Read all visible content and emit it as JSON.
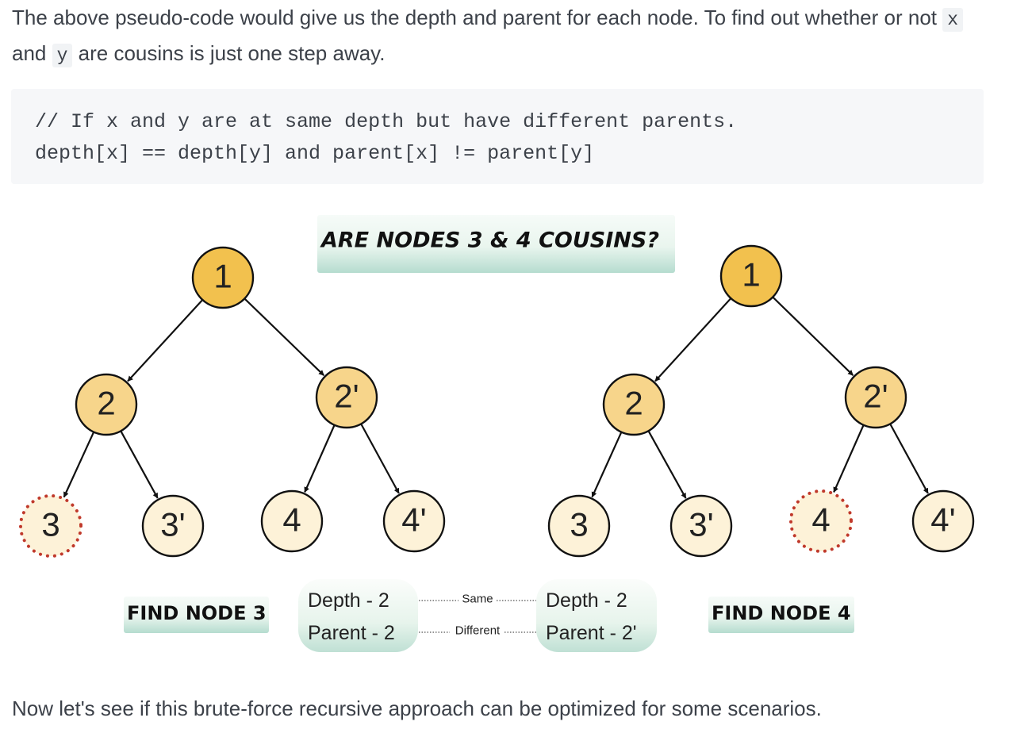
{
  "intro": {
    "text1": "The above pseudo-code would give us the depth and parent for each node. To find out whether or not ",
    "code_x": "x",
    "text2": " and ",
    "code_y": "y",
    "text3": " are cousins is just one step away."
  },
  "code": {
    "line1": "// If x and y are at same depth but have different parents.",
    "line2": "depth[x] == depth[y] and parent[x] != parent[y]"
  },
  "diagram": {
    "title": "ARE NODES 3 & 4 COUSINS?",
    "left_caption": "FIND NODE 3",
    "right_caption": "FIND NODE 4",
    "left_info": {
      "depth": "Depth - 2",
      "parent": "Parent - 2"
    },
    "right_info": {
      "depth": "Depth - 2",
      "parent": "Parent - 2'"
    },
    "same_label": "Same",
    "different_label": "Different",
    "colors": {
      "root": "#f2c14e",
      "level1": "#f7d58b",
      "leaf": "#fdf2d8",
      "highlight": "#c0392b",
      "banner_top": "#f6fbf8",
      "banner_bottom": "#b5dccf"
    },
    "trees": [
      {
        "name": "left-tree",
        "nodes": [
          {
            "id": "root",
            "label": "1",
            "level": "root"
          },
          {
            "id": "a",
            "label": "2",
            "level": "level1"
          },
          {
            "id": "b",
            "label": "2'",
            "level": "level1"
          },
          {
            "id": "c",
            "label": "3",
            "level": "leaf",
            "highlight": true
          },
          {
            "id": "d",
            "label": "3'",
            "level": "leaf"
          },
          {
            "id": "e",
            "label": "4",
            "level": "leaf"
          },
          {
            "id": "f",
            "label": "4'",
            "level": "leaf"
          }
        ]
      },
      {
        "name": "right-tree",
        "nodes": [
          {
            "id": "root",
            "label": "1",
            "level": "root"
          },
          {
            "id": "a",
            "label": "2",
            "level": "level1"
          },
          {
            "id": "b",
            "label": "2'",
            "level": "level1"
          },
          {
            "id": "c",
            "label": "3",
            "level": "leaf"
          },
          {
            "id": "d",
            "label": "3'",
            "level": "leaf"
          },
          {
            "id": "e",
            "label": "4",
            "level": "leaf",
            "highlight": true
          },
          {
            "id": "f",
            "label": "4'",
            "level": "leaf"
          }
        ]
      }
    ]
  },
  "outro": {
    "text": "Now let's see if this brute-force recursive approach can be optimized for some scenarios."
  }
}
